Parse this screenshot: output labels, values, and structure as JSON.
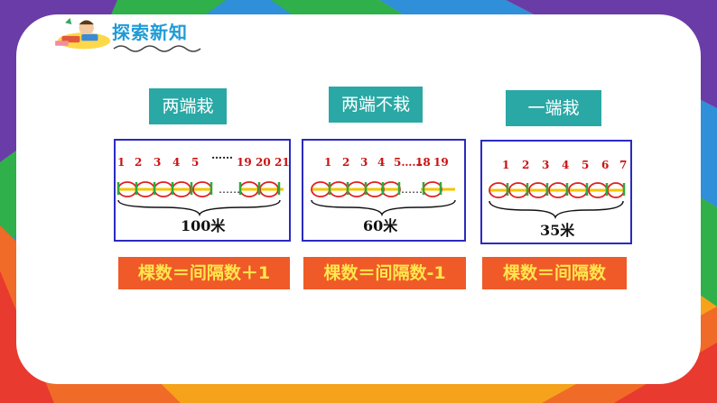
{
  "header": {
    "title": "探索新知"
  },
  "sections": [
    {
      "label": "两端栽",
      "numbers": [
        "1",
        "2",
        "3",
        "4",
        "5",
        "……",
        "19",
        "20",
        "21"
      ],
      "distance": "100米",
      "formula": "棵数＝间隔数＋1"
    },
    {
      "label": "两端不栽",
      "numbers": [
        "1",
        "2",
        "3",
        "4",
        "5……",
        "18",
        "19"
      ],
      "distance": "60米",
      "formula": "棵数＝间隔数-1"
    },
    {
      "label": "一端栽",
      "numbers": [
        "1",
        "2",
        "3",
        "4",
        "5",
        "6",
        "7"
      ],
      "distance": "35米",
      "formula": "棵数＝间隔数"
    }
  ],
  "colors": {
    "label_bg": "#2aa8a5",
    "formula_bg": "#f05a28",
    "formula_text": "#ffe64d",
    "box_border": "#2b2bc0",
    "title": "#1f9bd6"
  }
}
